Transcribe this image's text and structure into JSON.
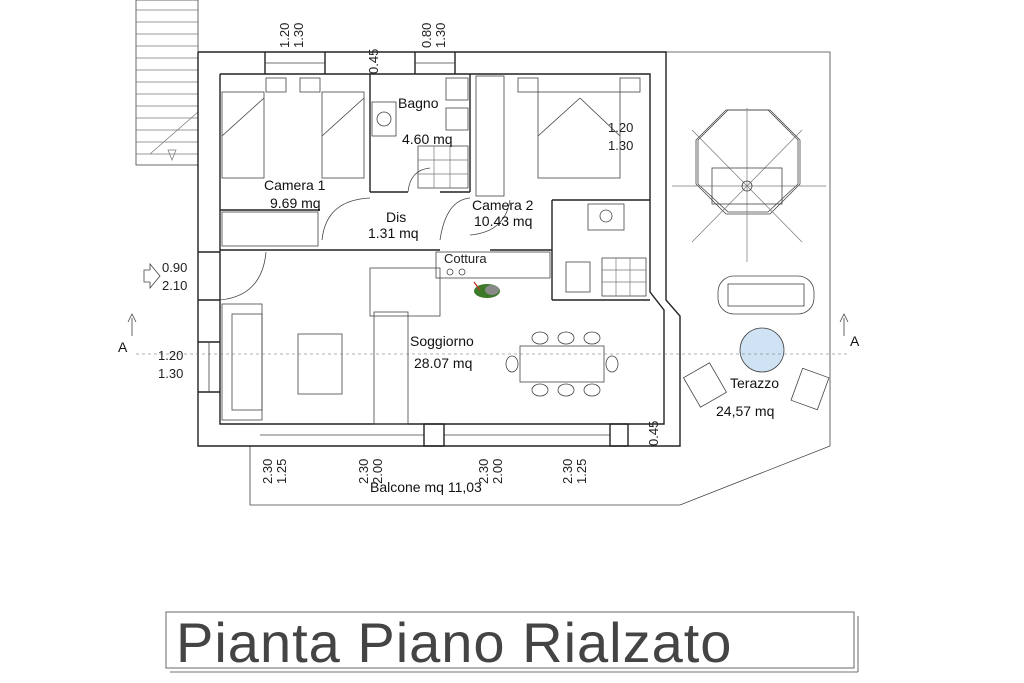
{
  "title": "Pianta Piano Rialzato",
  "rooms": {
    "camera1": {
      "name": "Camera 1",
      "area": "9.69 mq"
    },
    "bagno": {
      "name": "Bagno",
      "area": "4.60 mq"
    },
    "camera2": {
      "name": "Camera 2",
      "area": "10.43 mq"
    },
    "dis": {
      "name": "Dis",
      "area": "1.31 mq"
    },
    "cottura": {
      "name": "Cottura"
    },
    "soggiorno": {
      "name": "Soggiorno",
      "area": "28.07 mq"
    },
    "terazzo": {
      "name": "Terazzo",
      "area": "24,57 mq"
    },
    "balcone": {
      "name": "Balcone mq 11,03"
    }
  },
  "section_marks": {
    "left": "A",
    "right": "A"
  },
  "dimensions": {
    "top_win1_a": "1.20",
    "top_win1_b": "1.30",
    "top_win2_a": "0.80",
    "top_win2_b": "1.30",
    "top_small": "0.45",
    "right_win_a": "1.20",
    "right_win_b": "1.30",
    "entry_a": "0.90",
    "entry_b": "2.10",
    "left_win_a": "1.20",
    "left_win_b": "1.30",
    "bottom_1_a": "1.25",
    "bottom_1_b": "2.30",
    "bottom_2_a": "2.00",
    "bottom_2_b": "2.30",
    "bottom_3_a": "2.00",
    "bottom_3_b": "2.30",
    "bottom_4_a": "1.25",
    "bottom_4_b": "2.30",
    "bottom_small": "0.45"
  }
}
